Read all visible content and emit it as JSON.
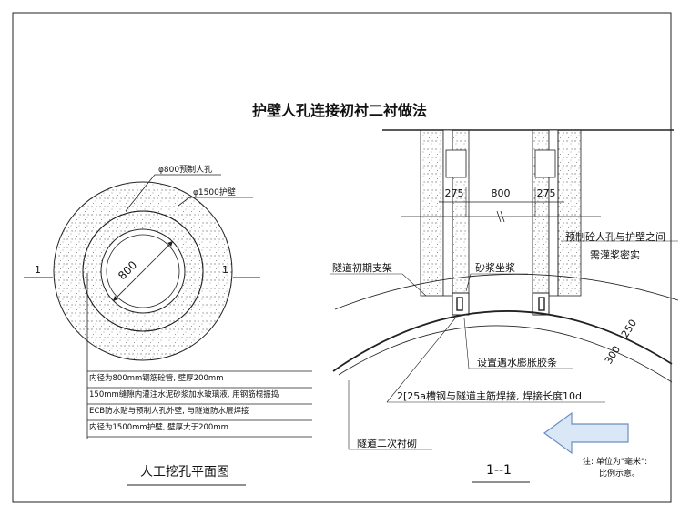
{
  "title": "护壁人孔连接初衬二衬做法",
  "plan": {
    "caption": "人工挖孔平面图",
    "label_inner_pipe": "φ800预制人孔",
    "label_outer_wall": "φ1500护壁",
    "dim_diameter": "800",
    "section_mark_left": "1",
    "section_mark_right": "1",
    "notes": [
      "内径为800mm钢筋砼管, 壁厚200mm",
      "150mm缝隙内灌注水泥砂浆加水玻璃液, 用钢筋棍振捣",
      "ECB防水贴与预制人孔外壁, 与隧道防水层焊接",
      "内径为1500mm护壁, 壁厚大于200mm"
    ]
  },
  "section": {
    "caption": "1--1",
    "dim_left": "275",
    "dim_mid": "800",
    "dim_right": "275",
    "label_precast_gap_1": "预制砼人孔与护壁之间",
    "label_precast_gap_2": "需灌浆密实",
    "label_primary_support": "隧道初期支架",
    "label_mortar": "砂浆坐浆",
    "label_water_swell": "设置遇水膨胀胶条",
    "label_channel_steel": "2[25a槽钢与隧道主筋焊接, 焊接长度10d",
    "label_secondary_lining": "隧道二次衬砌",
    "dim_300": "300",
    "dim_250": "250"
  },
  "note": {
    "line1": "注: 单位为\"毫米\":",
    "line2": "比例示意。"
  },
  "colors": {
    "line": "#111111",
    "arrow_fill": "#d9e7f7",
    "arrow_stroke": "#6a8fc0"
  }
}
